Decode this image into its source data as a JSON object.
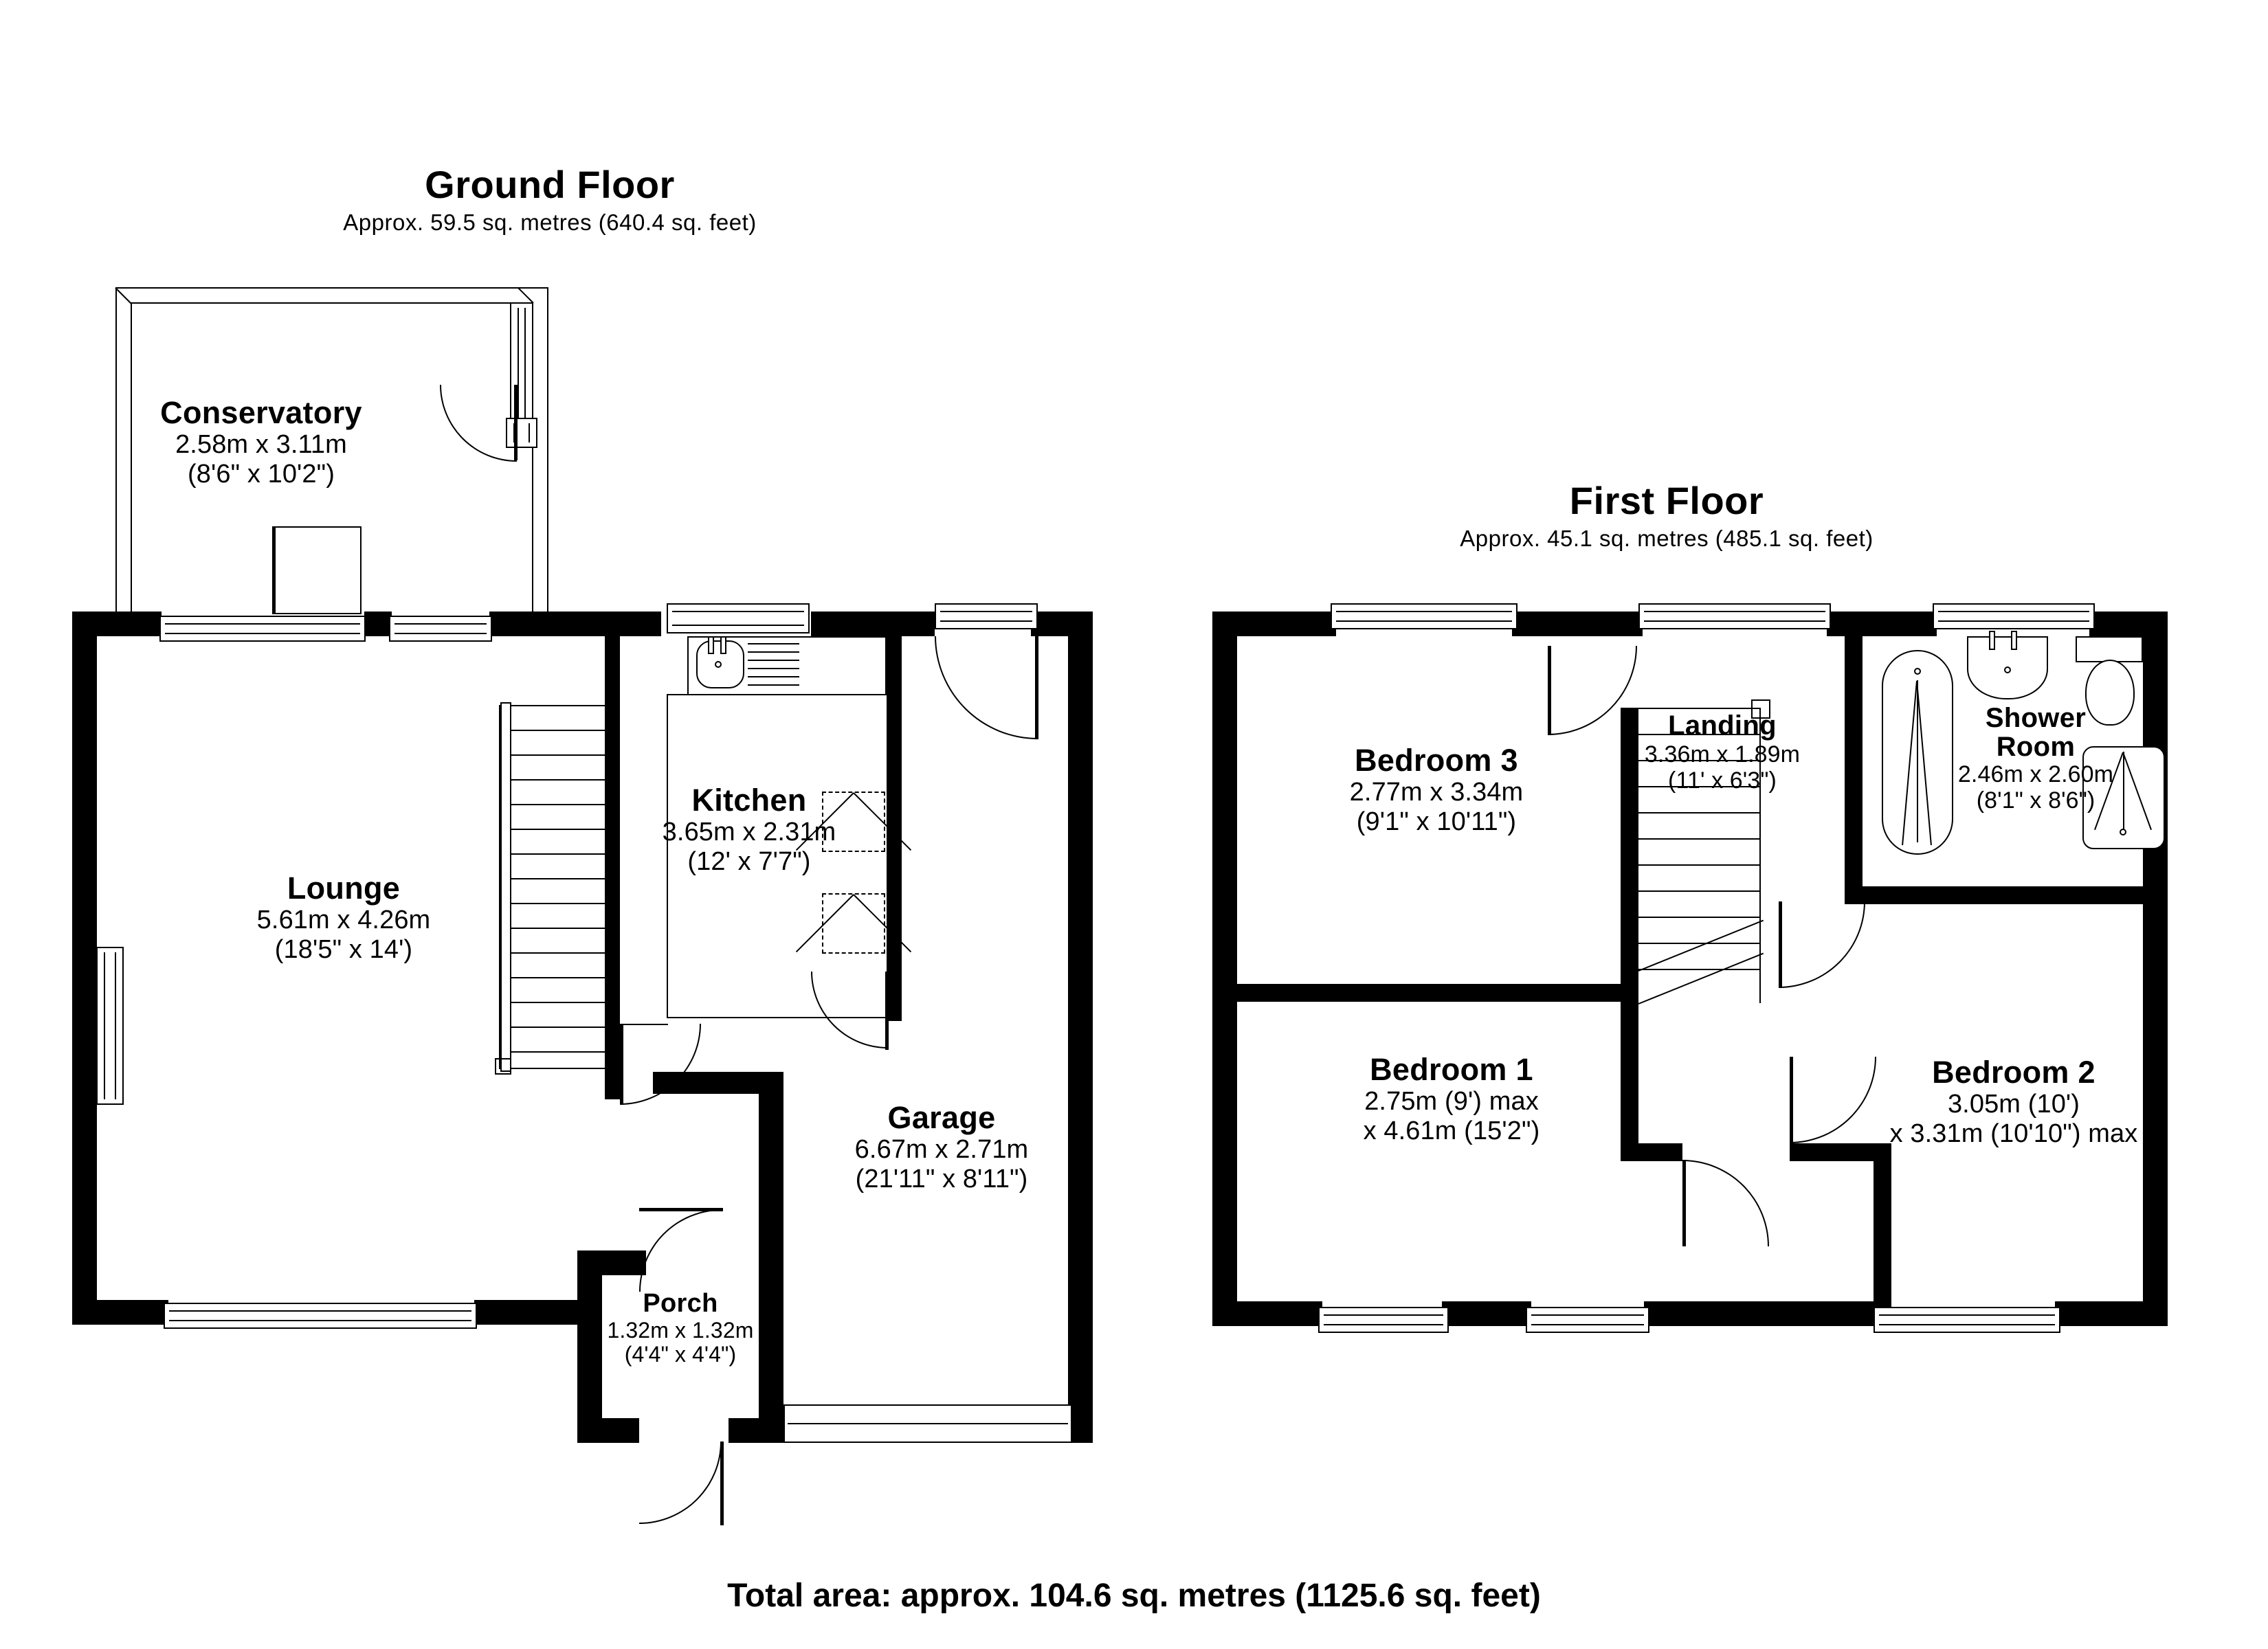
{
  "ground_floor": {
    "title": "Ground Floor",
    "area": "Approx. 59.5 sq. metres (640.4 sq. feet)",
    "rooms": [
      {
        "name": "Conservatory",
        "dim_metric": "2.58m x 3.11m",
        "dim_imperial": "(8'6\" x 10'2\")"
      },
      {
        "name": "Lounge",
        "dim_metric": "5.61m x 4.26m",
        "dim_imperial": "(18'5\" x 14')"
      },
      {
        "name": "Kitchen",
        "dim_metric": "3.65m x 2.31m",
        "dim_imperial": "(12' x 7'7\")"
      },
      {
        "name": "Garage",
        "dim_metric": "6.67m x 2.71m",
        "dim_imperial": "(21'11\" x 8'11\")"
      },
      {
        "name": "Porch",
        "dim_metric": "1.32m x 1.32m",
        "dim_imperial": "(4'4\" x 4'4\")"
      }
    ]
  },
  "first_floor": {
    "title": "First Floor",
    "area": "Approx. 45.1 sq. metres (485.1 sq. feet)",
    "rooms": [
      {
        "name": "Bedroom 3",
        "dim_metric": "2.77m x 3.34m",
        "dim_imperial": "(9'1\" x 10'11\")"
      },
      {
        "name": "Landing",
        "dim_metric": "3.36m x 1.89m",
        "dim_imperial": "(11' x 6'3\")"
      },
      {
        "name_line1": "Shower",
        "name_line2": "Room",
        "name": "Shower Room",
        "dim_metric": "2.46m x 2.60m",
        "dim_imperial": "(8'1\" x 8'6\")"
      },
      {
        "name": "Bedroom 1",
        "dim_metric": "2.75m (9') max",
        "dim_imperial": "x 4.61m (15'2\")"
      },
      {
        "name": "Bedroom 2",
        "dim_metric": "3.05m (10')",
        "dim_imperial": "x 3.31m (10'10\") max"
      }
    ]
  },
  "footer": {
    "total_area": "Total area: approx. 104.6 sq. metres (1125.6 sq. feet)"
  },
  "colors": {
    "wall": "#000000",
    "background": "#ffffff",
    "line": "#000000"
  }
}
